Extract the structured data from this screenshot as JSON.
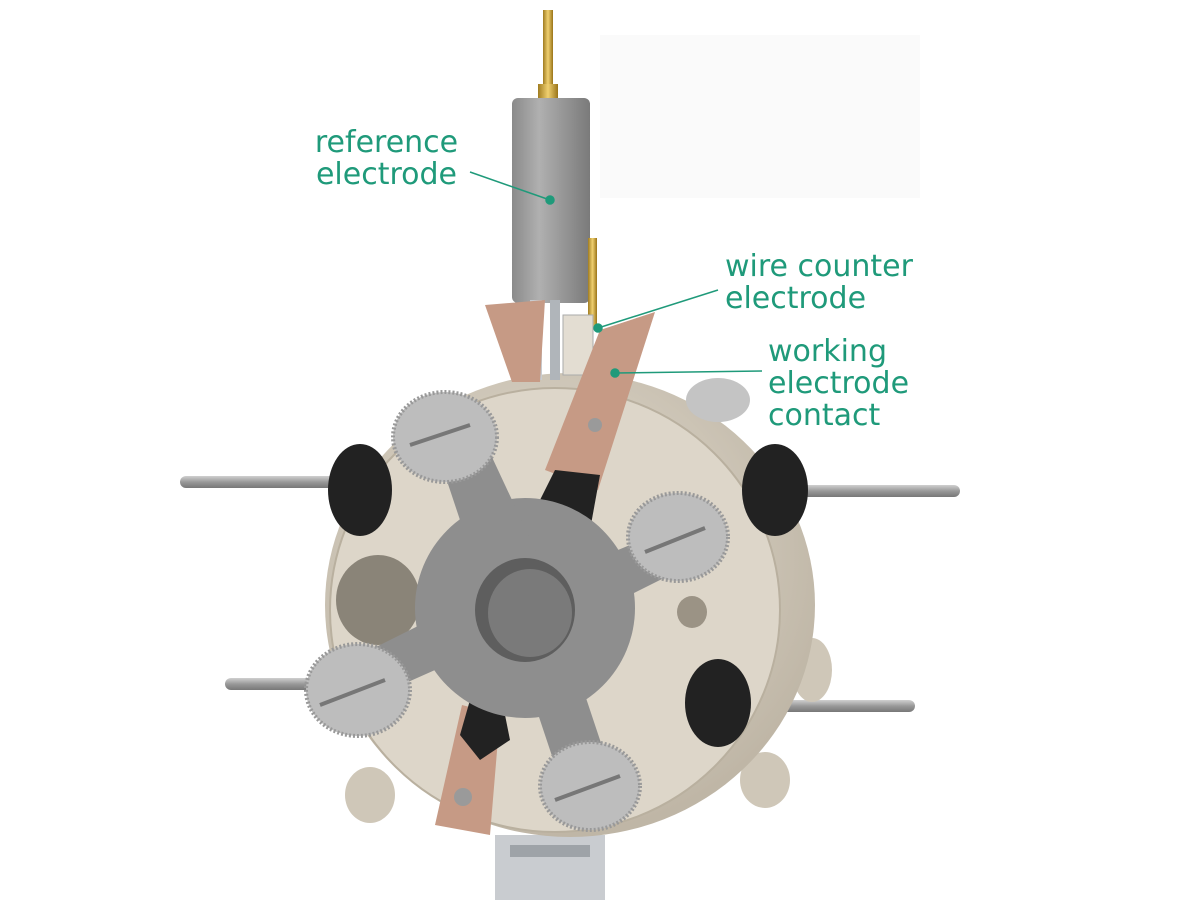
{
  "labels": {
    "reference_electrode": [
      "reference",
      "electrode"
    ],
    "wire_counter_electrode": [
      "wire counter",
      "electrode"
    ],
    "working_electrode_contact": [
      "working",
      "electrode",
      "contact"
    ]
  },
  "colors": {
    "label_text": "#1f9a7a",
    "cell_body": "#d9d2c5",
    "star_plate": "#8e8e8e",
    "copper_contact": "#c69a85",
    "gold_pin": "#c9a23c",
    "knob_gray": "#bdbdbd",
    "knob_black": "#222222"
  }
}
